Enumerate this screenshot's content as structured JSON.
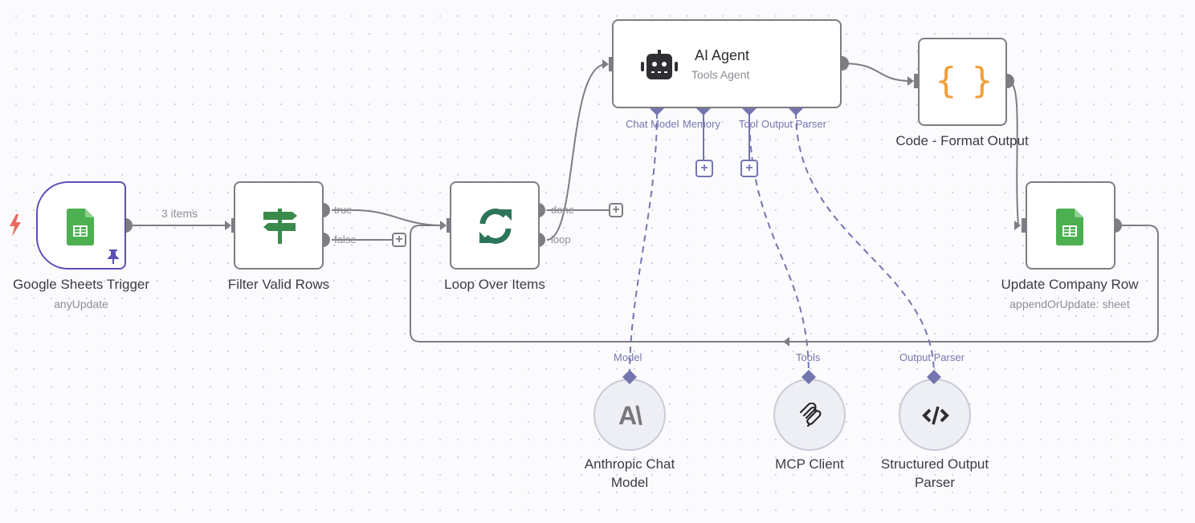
{
  "canvas": {
    "colors": {
      "edge": "#7d7d83",
      "ai_edge": "#7476b0",
      "trigger_border": "#5b4fb8",
      "sheets_green": "#4caf50",
      "filter_green": "#3a8a4c",
      "loop_green": "#2d7558",
      "code_orange": "#f0a03a",
      "trigger_bolt": "#ea6b5a"
    }
  },
  "nodes": {
    "trigger": {
      "title": "Google Sheets Trigger",
      "subtitle": "anyUpdate",
      "icon": "google-sheets-icon",
      "pinned": true
    },
    "filter": {
      "title": "Filter Valid Rows",
      "icon": "signpost-icon",
      "outputs": [
        "true",
        "false"
      ]
    },
    "loop": {
      "title": "Loop Over Items",
      "icon": "refresh-icon",
      "outputs": [
        "done",
        "loop"
      ]
    },
    "agent": {
      "title": "AI Agent",
      "subtitle": "Tools Agent",
      "icon": "robot-icon",
      "ai_inputs": [
        "Chat Model",
        "Memory",
        "Tool",
        "Output Parser"
      ]
    },
    "code": {
      "title": "Code - Format Output",
      "icon": "braces-icon"
    },
    "update": {
      "title": "Update Company Row",
      "subtitle": "appendOrUpdate: sheet",
      "icon": "google-sheets-icon"
    },
    "anthropic": {
      "title_line1": "Anthropic Chat",
      "title_line2": "Model",
      "port_label": "Model",
      "icon": "anthropic-icon"
    },
    "mcp": {
      "title": "MCP Client",
      "port_label": "Tools",
      "icon": "mcp-icon"
    },
    "parser": {
      "title_line1": "Structured Output",
      "title_line2": "Parser",
      "port_label": "Output Parser",
      "icon": "code-tag-icon"
    }
  },
  "edges": {
    "trigger_to_filter_label": "3 items"
  },
  "glyphs": {
    "code_braces": "{ }",
    "plus": "+",
    "anthropic": "A\\"
  }
}
